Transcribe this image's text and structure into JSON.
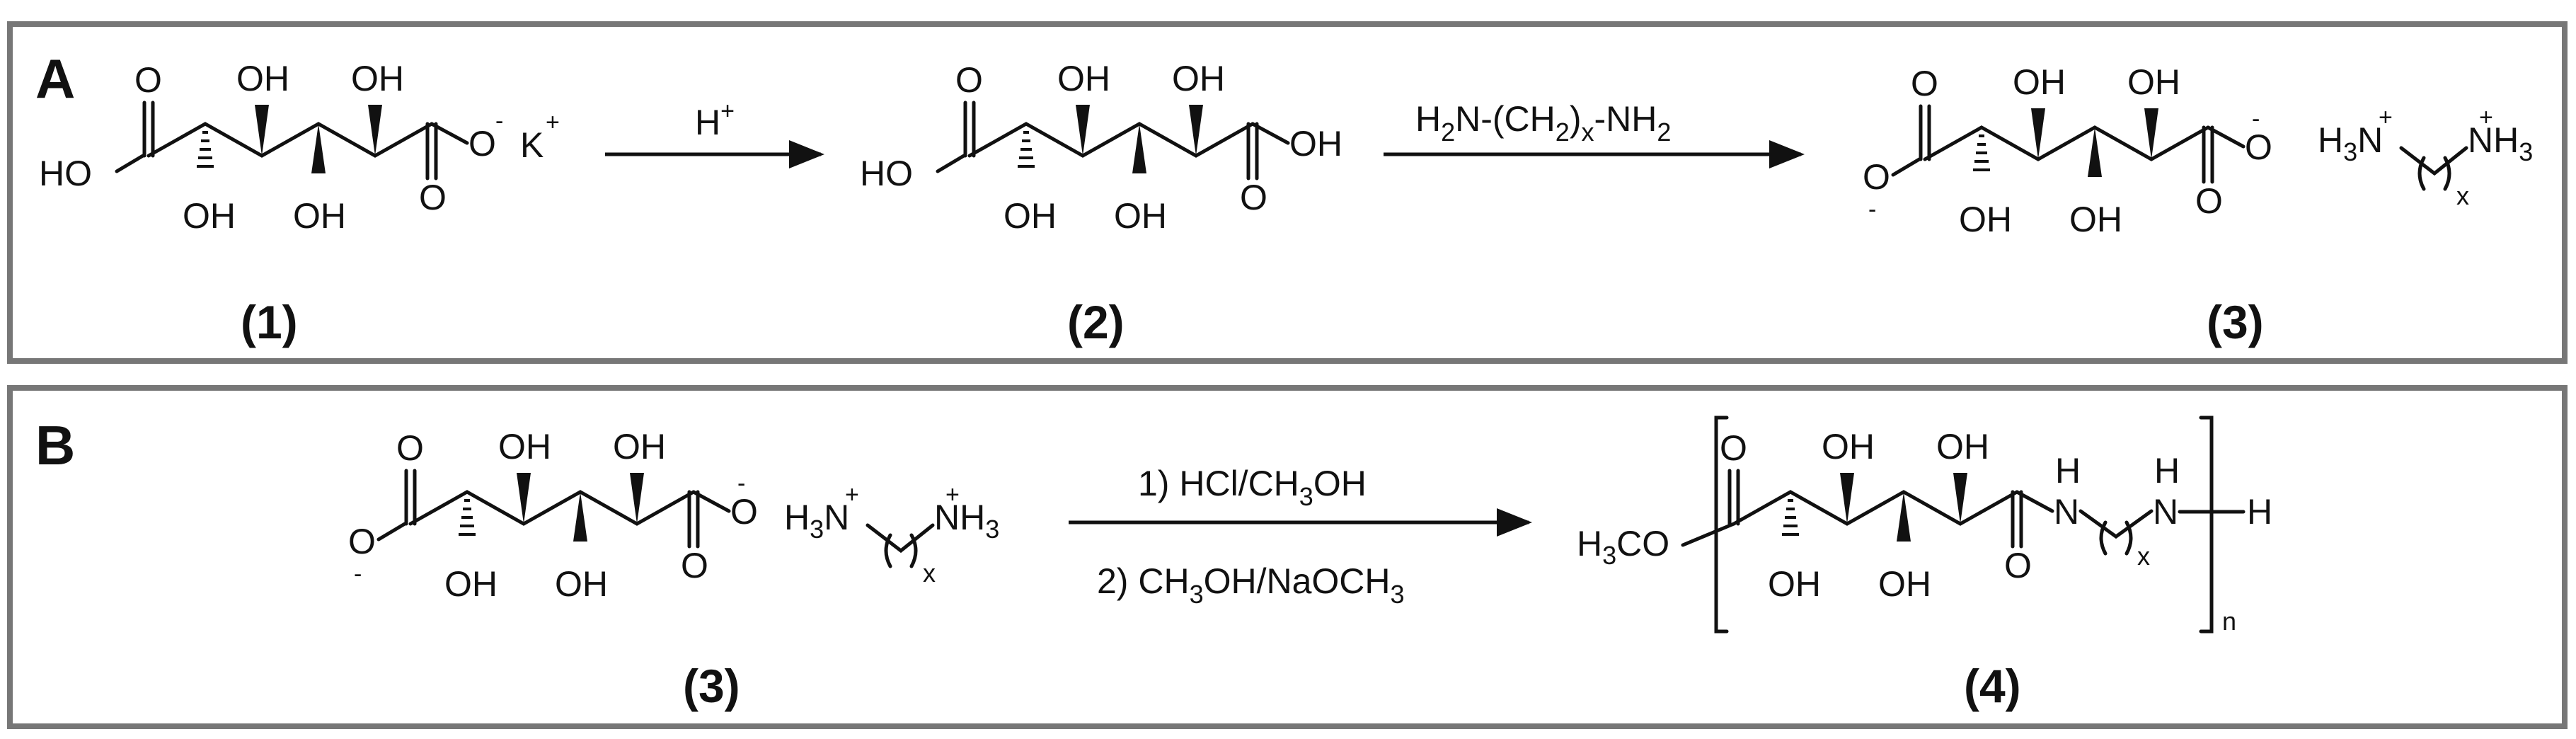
{
  "panels": [
    {
      "letter": "A"
    },
    {
      "letter": "B"
    }
  ],
  "atoms": {
    "O": "O",
    "OH": "OH",
    "HO": "HO",
    "N": "N",
    "H": "H",
    "K": "K",
    "H3N": "H",
    "H3N_sub": "3",
    "NH3": "NH",
    "NH3_sub": "3",
    "H3C": "H",
    "H3C_sub": "3",
    "H3C_rest": "CO",
    "x": "x",
    "n": "n",
    "plus": "+",
    "minus": "-"
  },
  "compounds": {
    "c1": "(1)",
    "c2": "(2)",
    "c3": "(3)",
    "c4": "(4)"
  },
  "reagents": {
    "acid": "H",
    "acid_sup": "+",
    "diamine_a": "H",
    "diamine_b": "2",
    "diamine_c": "N-(CH",
    "diamine_d": "2",
    "diamine_e": ")",
    "diamine_f": "x",
    "diamine_g": "-NH",
    "diamine_h": "2",
    "step1": "1) HCl/CH",
    "step1_sub": "3",
    "step1_end": "OH",
    "step2": "2) CH",
    "step2_sub": "3",
    "step2_mid": "OH/NaOCH",
    "step2_sub2": "3"
  },
  "colors": {
    "frame": "#777777",
    "ink": "#111111"
  }
}
